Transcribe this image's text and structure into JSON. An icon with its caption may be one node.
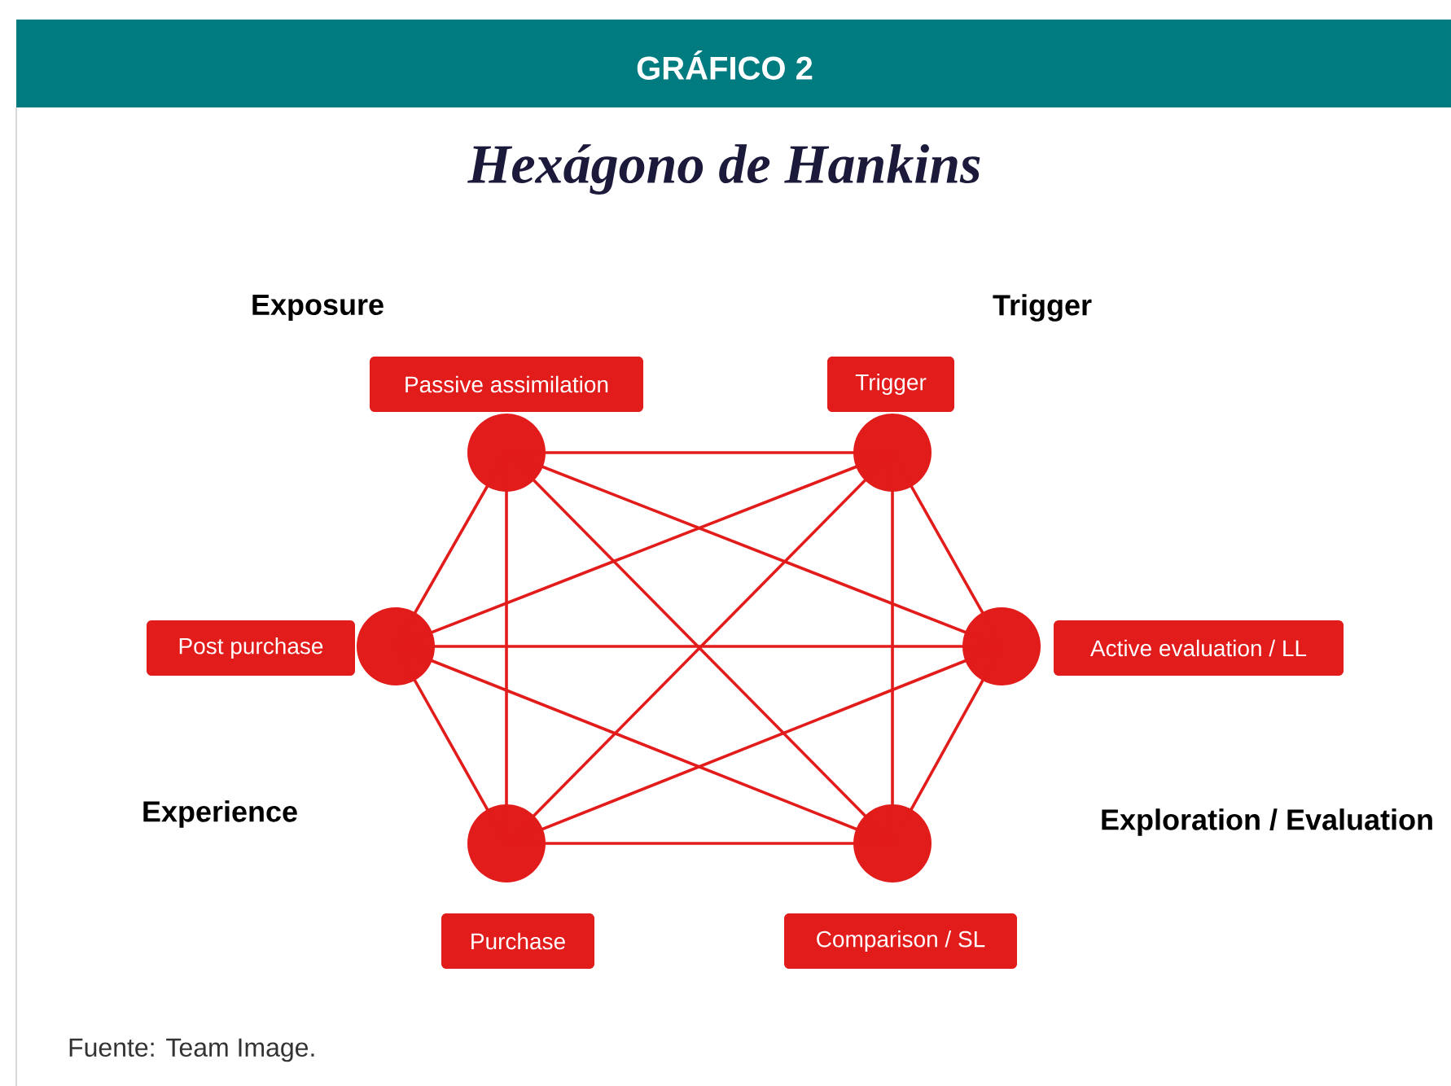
{
  "diagram": {
    "title": "Hexágono de Hankins",
    "caption": "Fuente: Team Image.",
    "nodes": [
      {
        "text": [],
        "shape": "circle"
      },
      {
        "text": [],
        "shape": "circle"
      },
      {
        "text": [],
        "shape": "circle"
      },
      {
        "text": [],
        "shape": "circle"
      },
      {
        "text": [],
        "shape": "circle"
      },
      {
        "text": [],
        "shape": "circle"
      },
      {
        "text": [
          "Passive assimilation"
        ]
      },
      {
        "text": [
          "Trigger"
        ]
      },
      {
        "text": [
          "Post purchase"
        ]
      },
      {
        "text": [
          "Active evaluation / LL"
        ]
      },
      {
        "text": [
          "Purchase"
        ]
      },
      {
        "text": [
          "Comparison / SL"
        ]
      }
    ],
    "edges": [
      {
        "from": 0,
        "to": 1,
        "arrow": "none"
      },
      {
        "from": 0,
        "to": 2,
        "arrow": "none"
      },
      {
        "from": 0,
        "to": 3,
        "arrow": "none"
      },
      {
        "from": 0,
        "to": 4,
        "arrow": "none"
      },
      {
        "from": 0,
        "to": 5,
        "arrow": "none"
      },
      {
        "from": 1,
        "to": 2,
        "arrow": "none"
      },
      {
        "from": 1,
        "to": 3,
        "arrow": "none"
      },
      {
        "from": 1,
        "to": 4,
        "arrow": "none"
      },
      {
        "from": 1,
        "to": 5,
        "arrow": "none"
      },
      {
        "from": 2,
        "to": 3,
        "arrow": "none"
      },
      {
        "from": 2,
        "to": 4,
        "arrow": "none"
      },
      {
        "from": 2,
        "to": 5,
        "arrow": "none"
      },
      {
        "from": 3,
        "to": 4,
        "arrow": "none"
      },
      {
        "from": 3,
        "to": 5,
        "arrow": "none"
      },
      {
        "from": 4,
        "to": 5,
        "arrow": "none"
      }
    ],
    "labels": [
      "GRÁFICO 2",
      "Exposure",
      "Trigger",
      "Experience",
      "Exploration / Evaluation"
    ]
  }
}
